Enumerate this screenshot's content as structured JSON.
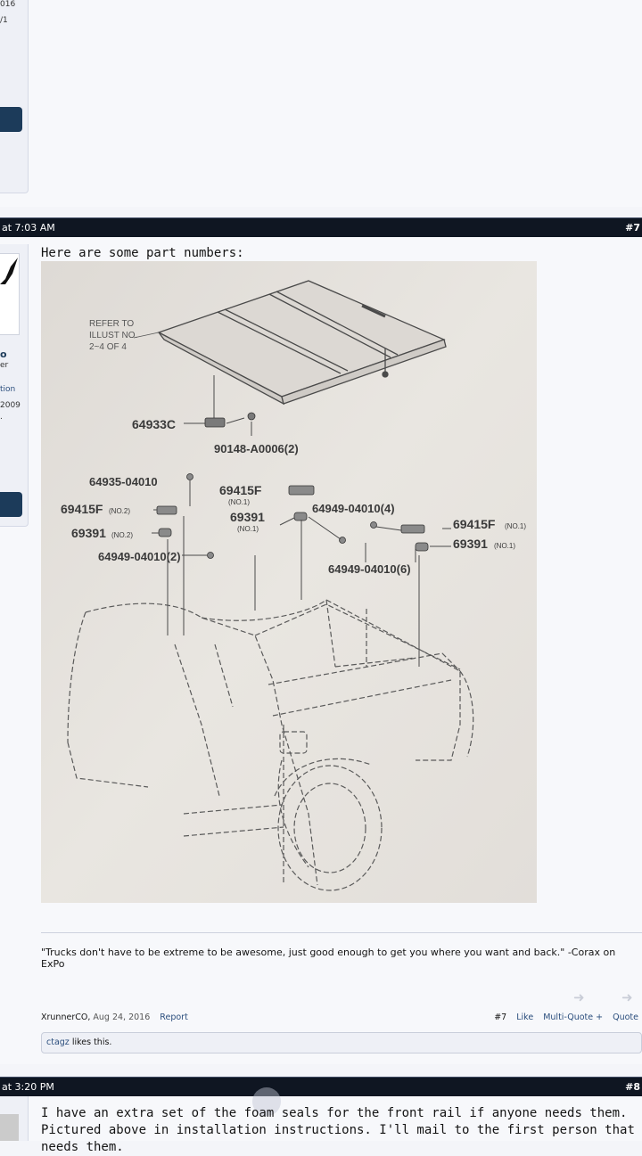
{
  "top_post": {
    "meta_line1": "016",
    "meta_line2": "/1"
  },
  "post7": {
    "time": "at 7:03 AM",
    "number": "#7",
    "user_side": {
      "name_fragment": "o",
      "title_fragment": "er",
      "line1": "tion",
      "line2": "2009",
      "line3": "."
    },
    "intro_text": "Here are some part numbers:",
    "diagram": {
      "refer_note": [
        "REFER TO",
        "ILLUST NO.",
        "2~4 OF 4"
      ],
      "part_labels": {
        "p1": "64933C",
        "p2": "90148-A0006(2)",
        "p3": "64935-04010",
        "p4": "69415F",
        "p4_sub": "(NO.2)",
        "p5": "69391",
        "p5_sub": "(NO.2)",
        "p6": "64949-04010(2)",
        "p7": "69415F",
        "p7_sub": "(NO.1)",
        "p8": "69391",
        "p8_sub": "(NO.1)",
        "p9": "64949-04010(4)",
        "p10": "69415F",
        "p10_sub": "(NO.1)",
        "p11": "69391",
        "p11_sub": "(NO.1)",
        "p12": "64949-04010(6)"
      }
    },
    "signature": "\"Trucks don't have to be extreme to be awesome, just good enough to get you where you want and back.\" -Corax on ExPo",
    "author": "XrunnerCO,",
    "date": "Aug 24, 2016",
    "report_label": "Report",
    "post_num": "#7",
    "like_label": "Like",
    "multiquote_label": "Multi-Quote +",
    "quote_label": "Quote",
    "likes": {
      "liker": "ctagz",
      "suffix": " likes this."
    }
  },
  "post8": {
    "time": "at 3:20 PM",
    "number": "#8",
    "text": "I have an extra set of the foam seals for the front rail if anyone needs them. Pictured above in installation instructions. I'll mail to the first person that needs them."
  },
  "colors": {
    "header_bar": "#0f1622",
    "button_navy": "#1c3b5a",
    "link_blue": "#2b4e7d",
    "page_bg": "#f4f5f9"
  }
}
